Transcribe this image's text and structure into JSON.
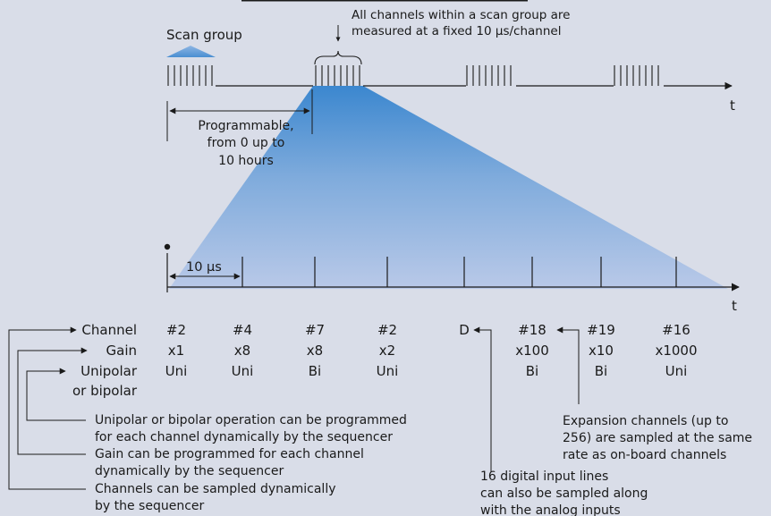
{
  "top": {
    "scan_group_label": "Scan group",
    "fixed_rate_note": [
      "All channels within a scan group are",
      "measured at a fixed 10 µs/channel"
    ],
    "programmable_note": [
      "Programmable,",
      "from 0 up to",
      "10 hours"
    ],
    "time_axis_label": "t"
  },
  "bottom": {
    "interval_label": "10 µs",
    "time_axis_label": "t",
    "row_labels": {
      "channel": "Channel",
      "gain": "Gain",
      "mode": "Unipolar",
      "mode_cont": "or bipolar"
    },
    "slots": [
      {
        "channel": "#2",
        "gain": "x1",
        "mode": "Uni"
      },
      {
        "channel": "#4",
        "gain": "x8",
        "mode": "Uni"
      },
      {
        "channel": "#7",
        "gain": "x8",
        "mode": "Bi"
      },
      {
        "channel": "#2",
        "gain": "x2",
        "mode": "Uni"
      },
      {
        "channel": "D",
        "gain": "",
        "mode": ""
      },
      {
        "channel": "#18",
        "gain": "x100",
        "mode": "Bi"
      },
      {
        "channel": "#19",
        "gain": "x10",
        "mode": "Bi"
      },
      {
        "channel": "#16",
        "gain": "x1000",
        "mode": "Uni"
      }
    ]
  },
  "notes": {
    "mode_note": [
      "Unipolar or bipolar operation can be programmed",
      "for each channel dynamically by the sequencer"
    ],
    "gain_note": [
      "Gain can be programmed for each channel",
      "dynamically by the sequencer"
    ],
    "channel_note": [
      "Channels can be sampled dynamically",
      "by the sequencer"
    ],
    "expansion_note": [
      "Expansion channels (up to",
      "256) are sampled at the same",
      "rate as on-board channels"
    ],
    "digital_note": [
      "16 digital input lines",
      "can also be sampled along",
      "with the analog inputs"
    ]
  }
}
